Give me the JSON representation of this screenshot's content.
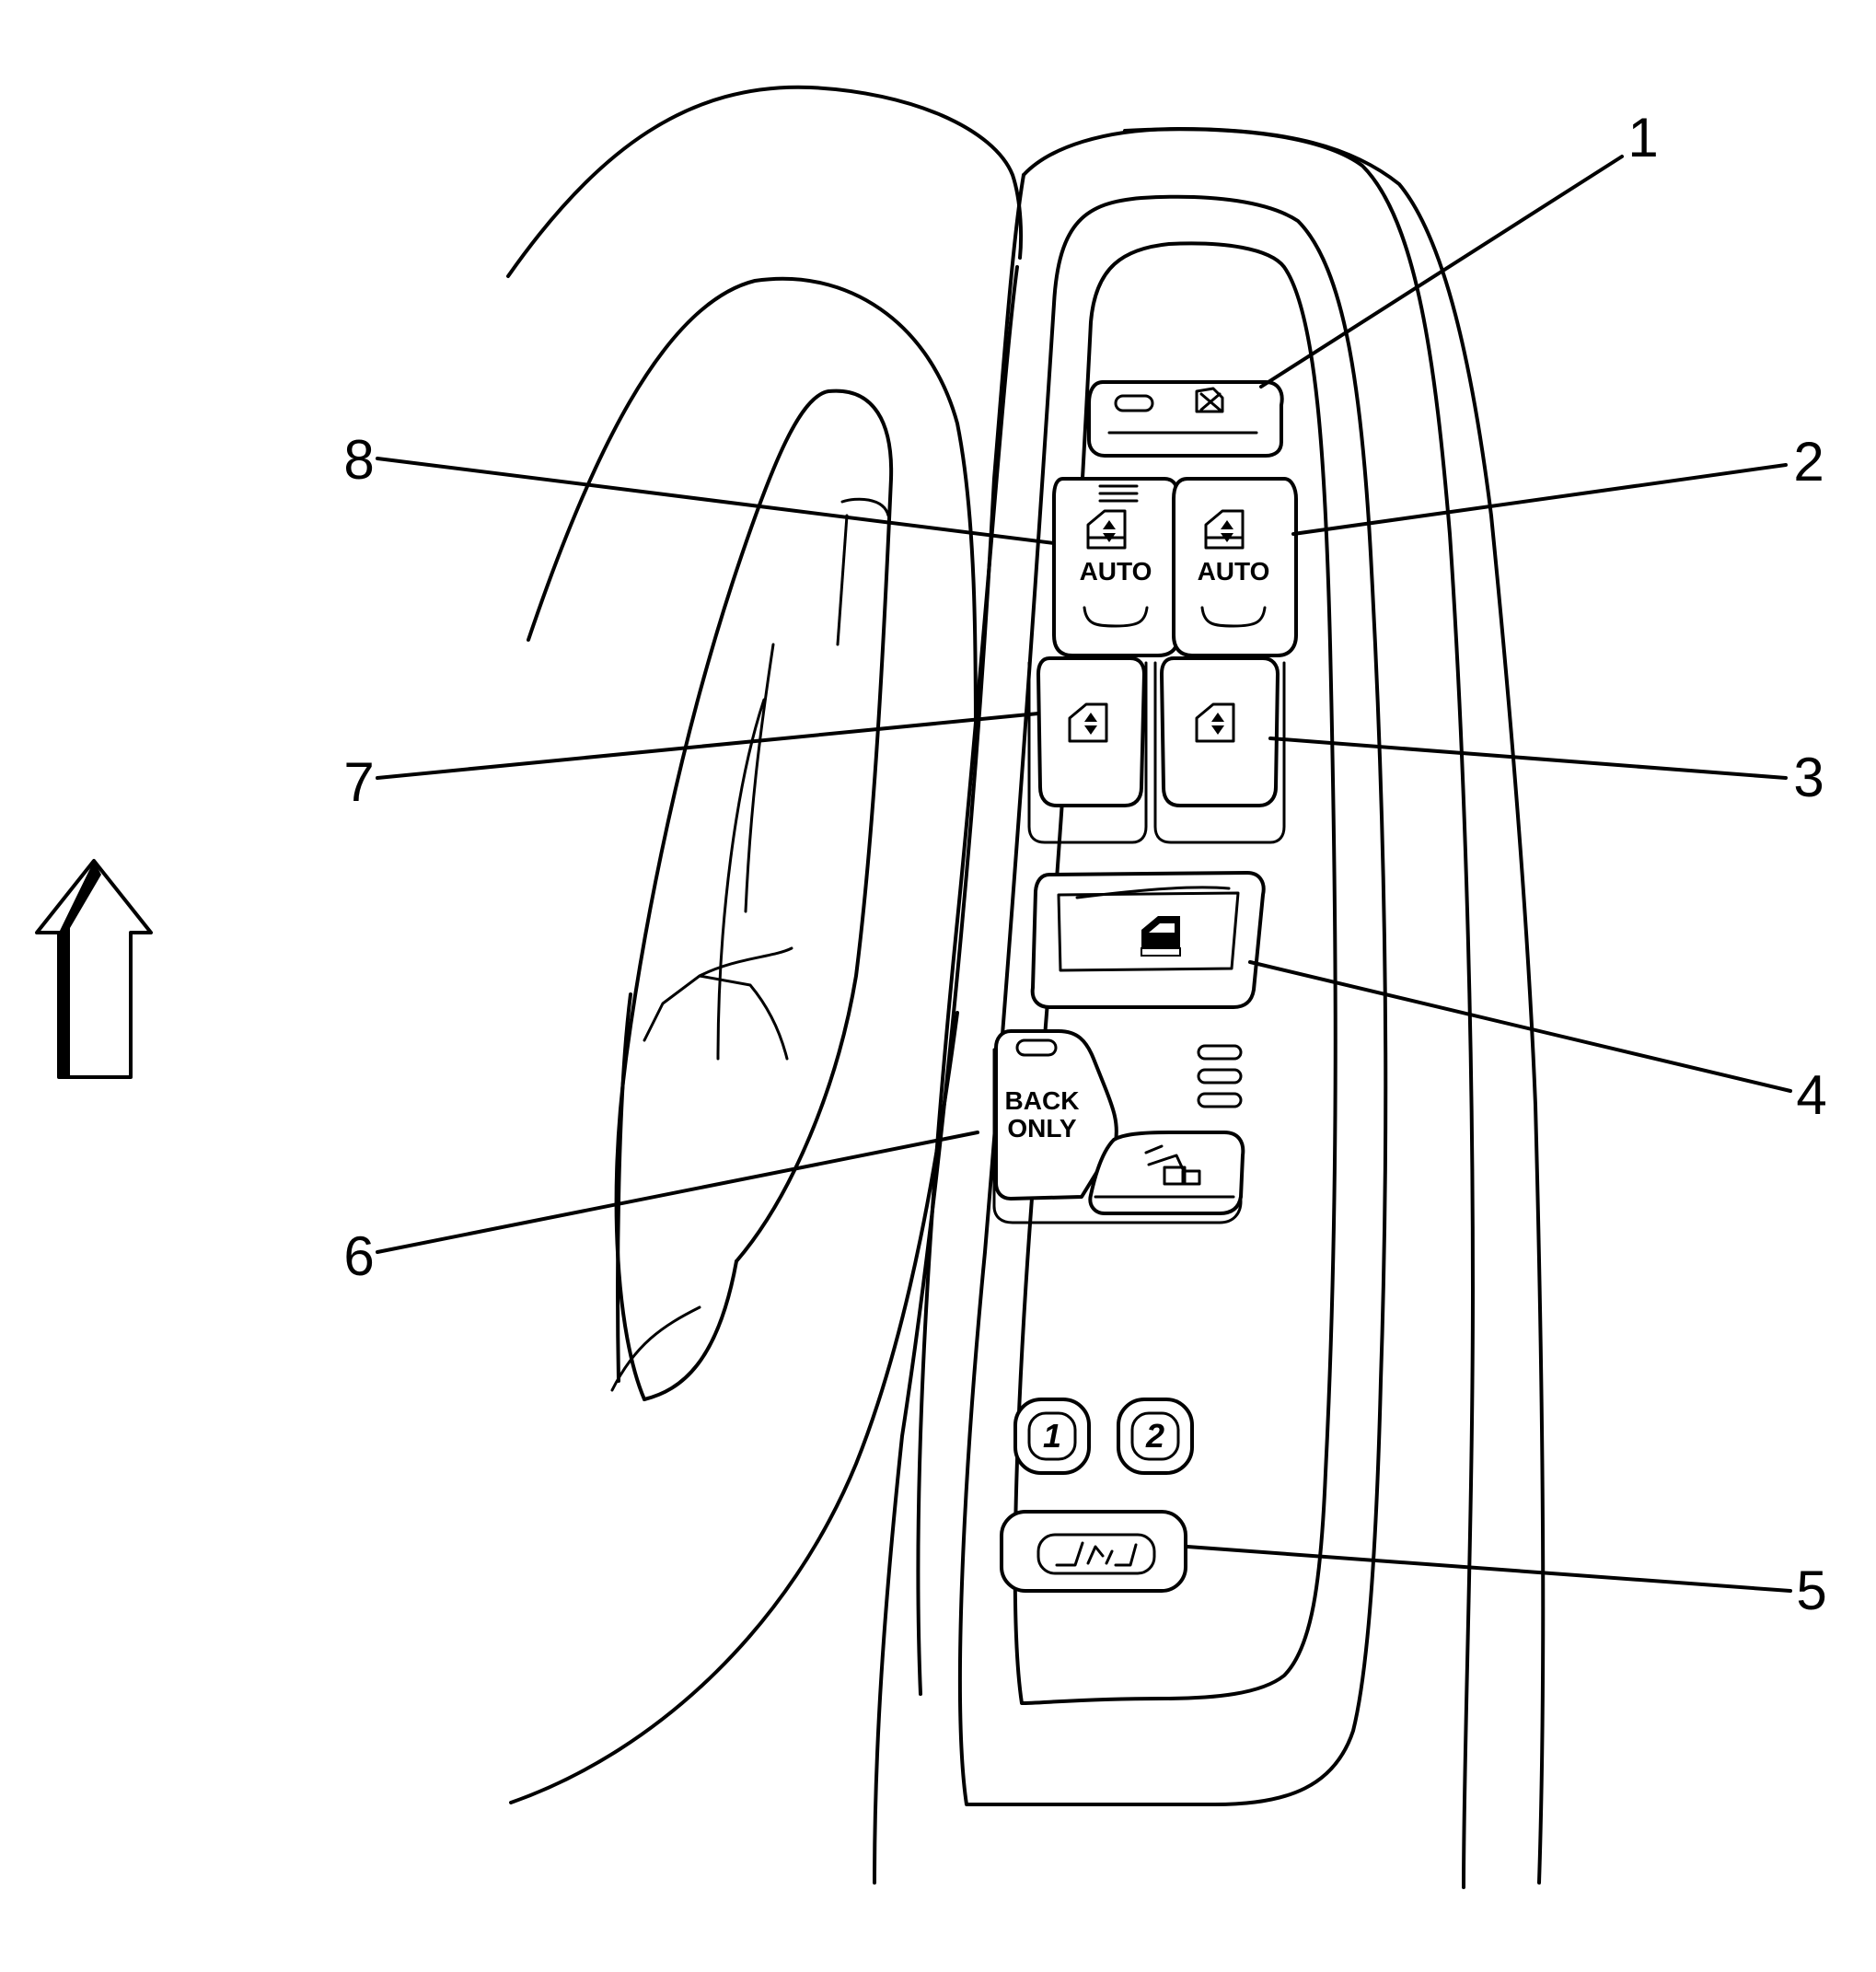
{
  "callouts": {
    "c1": "1",
    "c2": "2",
    "c3": "3",
    "c4": "4",
    "c5": "5",
    "c6": "6",
    "c7": "7",
    "c8": "8"
  },
  "labels": {
    "auto_left": "AUTO",
    "auto_right": "AUTO",
    "back": "BACK",
    "only": "ONLY",
    "memory_1": "1",
    "memory_2": "2"
  },
  "icons": {
    "forward": "arrow-up-icon",
    "lockout": "window-lockout-icon",
    "window": "window-switch-icon",
    "door_lock": "door-lock-icon",
    "mirror": "mirror-icon",
    "seat": "seat-icon"
  },
  "colors": {
    "stroke": "#000000",
    "background": "#ffffff"
  }
}
